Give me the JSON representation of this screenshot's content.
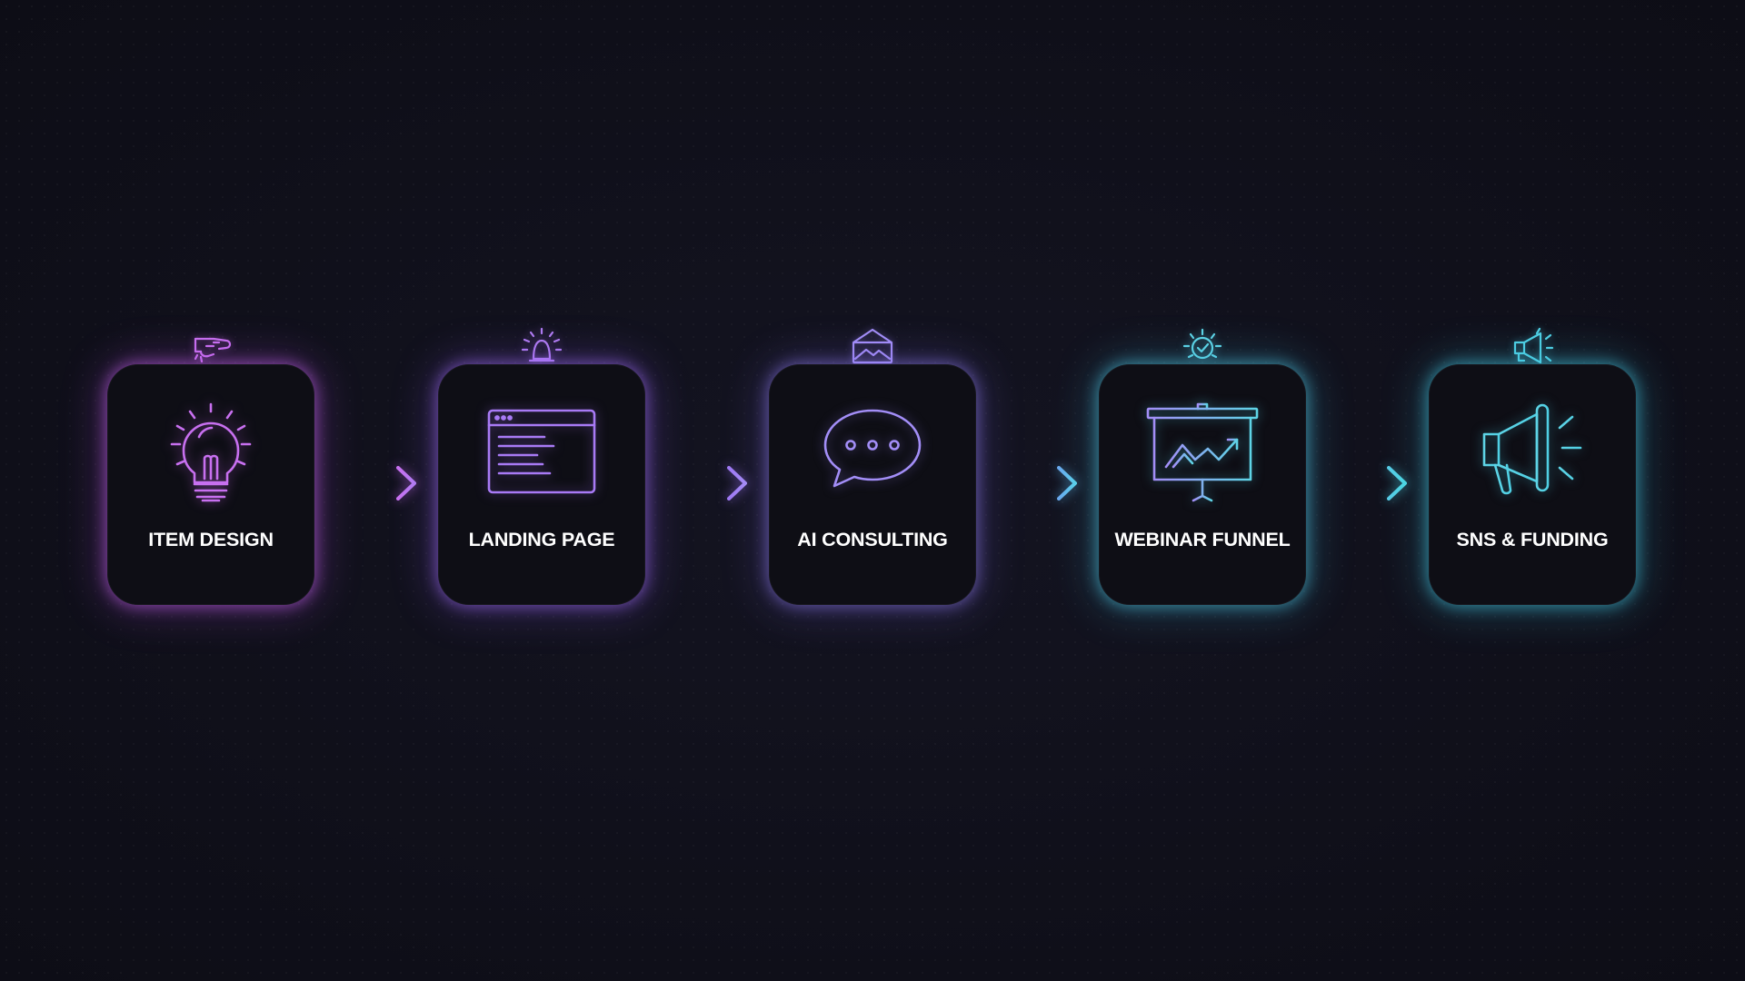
{
  "steps": [
    {
      "label": "ITEM DESIGN",
      "icon": "lightbulb-icon",
      "top_icon": "hand-pointing-icon",
      "color": "#c870f0"
    },
    {
      "label": "LANDING PAGE",
      "icon": "browser-window-icon",
      "top_icon": "alert-bell-icon",
      "color": "#a87af5"
    },
    {
      "label": "AI CONSULTING",
      "icon": "chat-bubble-icon",
      "top_icon": "envelope-image-icon",
      "color": "#a38ef7"
    },
    {
      "label": "WEBINAR FUNNEL",
      "icon": "presentation-chart-icon",
      "top_icon": "sun-check-icon",
      "color": "#5ed4e6"
    },
    {
      "label": "SNS & FUNDING",
      "icon": "megaphone-icon",
      "top_icon": "megaphone-small-icon",
      "color": "#4fd0e4"
    }
  ],
  "connectors": [
    {
      "from": "ITEM DESIGN",
      "to": "LANDING PAGE",
      "color_from": "#c870f0",
      "color_to": "#b07cf2"
    },
    {
      "from": "LANDING PAGE",
      "to": "AI CONSULTING",
      "color_from": "#9e78f3",
      "color_to": "#a48cf5"
    },
    {
      "from": "AI CONSULTING",
      "to": "WEBINAR FUNNEL",
      "color_from": "#6aa8ee",
      "color_to": "#5ad0ea"
    },
    {
      "from": "WEBINAR FUNNEL",
      "to": "SNS & FUNDING",
      "color_from": "#56cbe6",
      "color_to": "#4cd6e2"
    }
  ]
}
